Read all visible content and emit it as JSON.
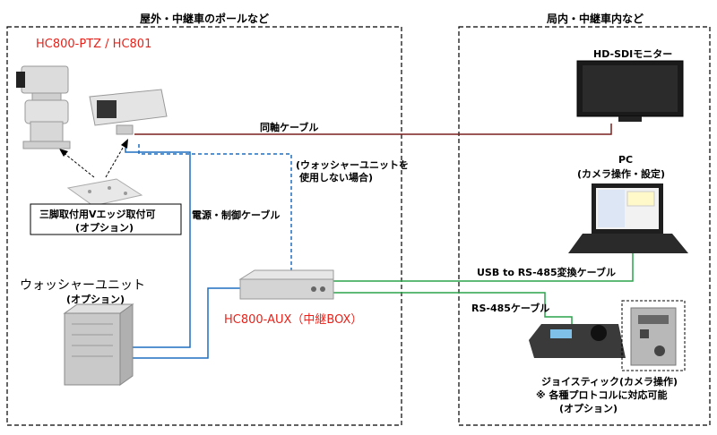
{
  "zones": {
    "outdoor_title": "屋外・中継車のポールなど",
    "indoor_title": "局内・中継車内など"
  },
  "devices": {
    "camera_name": "HC800-PTZ / HC801",
    "bracket_label_line1": "三脚取付用Vエッジ取付可",
    "bracket_label_line2": "(オプション)",
    "washer_name": "ウォッシャーユニット",
    "washer_option": "(オプション)",
    "aux_name": "HC800-AUX（中継BOX）",
    "monitor_name": "HD-SDIモニター",
    "pc_name_line1": "PC",
    "pc_name_line2": "(カメラ操作・設定)",
    "joystick_line1": "ジョイスティック(カメラ操作)",
    "joystick_line2": "※ 各種プロトコルに対応可能",
    "joystick_line3": "(オプション)"
  },
  "cables": {
    "coax": "同軸ケーブル",
    "power_control": "電源・制御ケーブル",
    "washer_note_line1": "(ウォッシャーユニットを",
    "washer_note_line2": "使用しない場合)",
    "usb_rs485": "USB to RS-485変換ケーブル",
    "rs485": "RS-485ケーブル"
  },
  "colors": {
    "coax": "#7a1f1f",
    "control": "#1f6fbf",
    "rs485": "#2aa34a",
    "camera_label": "#e8221a"
  }
}
